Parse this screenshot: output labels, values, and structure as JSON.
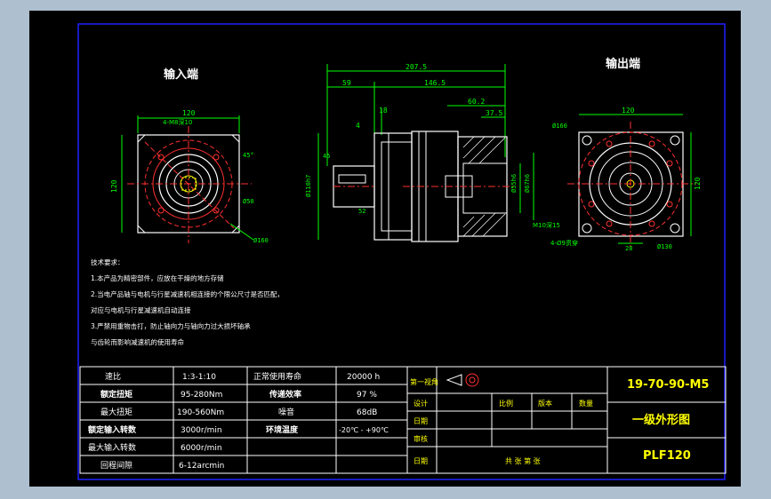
{
  "views": {
    "input_title": "输入端",
    "output_title": "输出端"
  },
  "dims": {
    "in_width": "120",
    "in_height": "120",
    "in_holes": "4-M8深10",
    "in_angle": "45°",
    "in_d160": "Ø160",
    "in_d50": "Ø50",
    "side_overall": "207.5",
    "side_total2": "146.5",
    "side_59": "59",
    "side_18": "18",
    "side_4": "4",
    "side_601": "60.2",
    "side_375": "37.5",
    "side_45": "45",
    "side_52": "52",
    "side_d110": "Ø110h7",
    "side_d55": "Ø55h6",
    "side_d67": "Ø67h6",
    "out_width": "120",
    "out_height": "120",
    "out_d160": "Ø160",
    "out_m10": "M10深15",
    "out_holes": "4-Ø9贯穿",
    "out_130": "Ø130",
    "out_28": "28"
  },
  "notes": [
    "技术要求：",
    "1.本产品为精密部件，应放在干燥的地方存储",
    "2.当电产品轴与电机与行星减速机相连接的个限公尺寸是否匹配，",
    "对应与电机与行星减速机自动连接",
    "3.严禁用重物击打，防止轴向力与轴向力过大损坏轴承",
    "与齿轮而影响减速机的使用寿命"
  ],
  "spec_table": [
    [
      "速比",
      "1:3-1:10",
      "正常使用寿命",
      "20000 h"
    ],
    [
      "额定扭矩",
      "95-280Nm",
      "传递效率",
      "97 %"
    ],
    [
      "最大扭矩",
      "190-560Nm",
      "噪音",
      "68dB"
    ],
    [
      "额定输入转数",
      "3000r/min",
      "环境温度",
      "-20℃ - +90℃"
    ],
    [
      "最大输入转数",
      "6000r/min",
      "",
      ""
    ],
    [
      "回程间隙",
      "6-12arcmin",
      "",
      ""
    ]
  ],
  "title_block": {
    "projection": "第一视角",
    "design": "设计",
    "date": "日期",
    "review": "审核",
    "scale": "比例",
    "version": "版本",
    "quantity": "数量",
    "total_sheets": "共  张  第  张",
    "drawing_number": "19-70-90-M5",
    "drawing_name": "一级外形图",
    "model": "PLF120"
  },
  "colors": {
    "background": "#000000",
    "frame": "#2020ff",
    "outline": "#ffffff",
    "dimension": "#00ff00",
    "center": "#ff3030",
    "hidden": "#ffff00",
    "title_text": "#ffff00",
    "table_text": "#ffffff"
  }
}
